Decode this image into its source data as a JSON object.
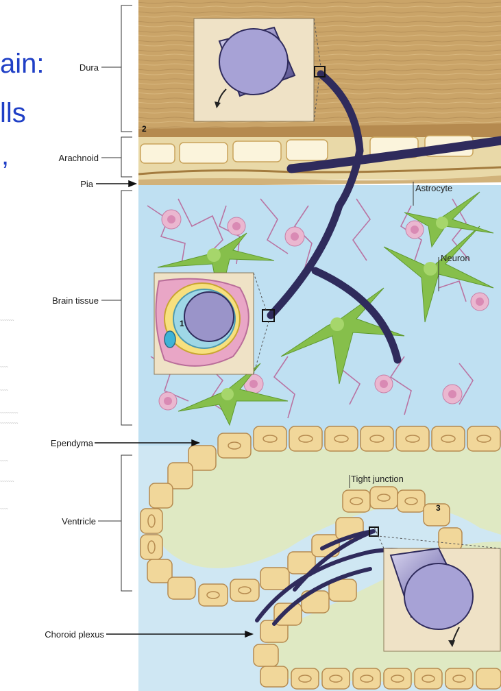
{
  "slide_text": {
    "line1": "ain:",
    "line2": "lls",
    "line3": ","
  },
  "labels": {
    "dura": "Dura",
    "arachnoid": "Arachnoid",
    "pia": "Pia",
    "brain_tissue": "Brain tissue",
    "ependyma": "Ependyma",
    "ventricle": "Ventricle",
    "choroid_plexus": "Choroid plexus",
    "astrocyte": "Astrocyte",
    "neuron": "Neuron",
    "tight_junction": "Tight junction"
  },
  "numbers": {
    "n1": "1",
    "n2": "2",
    "n3": "3"
  },
  "colors": {
    "slide_text": "#1f3fc6",
    "dura": "#caa468",
    "arachnoid": "#e9d9a8",
    "brain_bg": "#bfe0f2",
    "ventricle": "#dfe9c3",
    "vessel": "#2f2b5c",
    "astrocyte": "#eab7d0",
    "neuron": "#86bf4b",
    "cell": "#f1d79a"
  }
}
